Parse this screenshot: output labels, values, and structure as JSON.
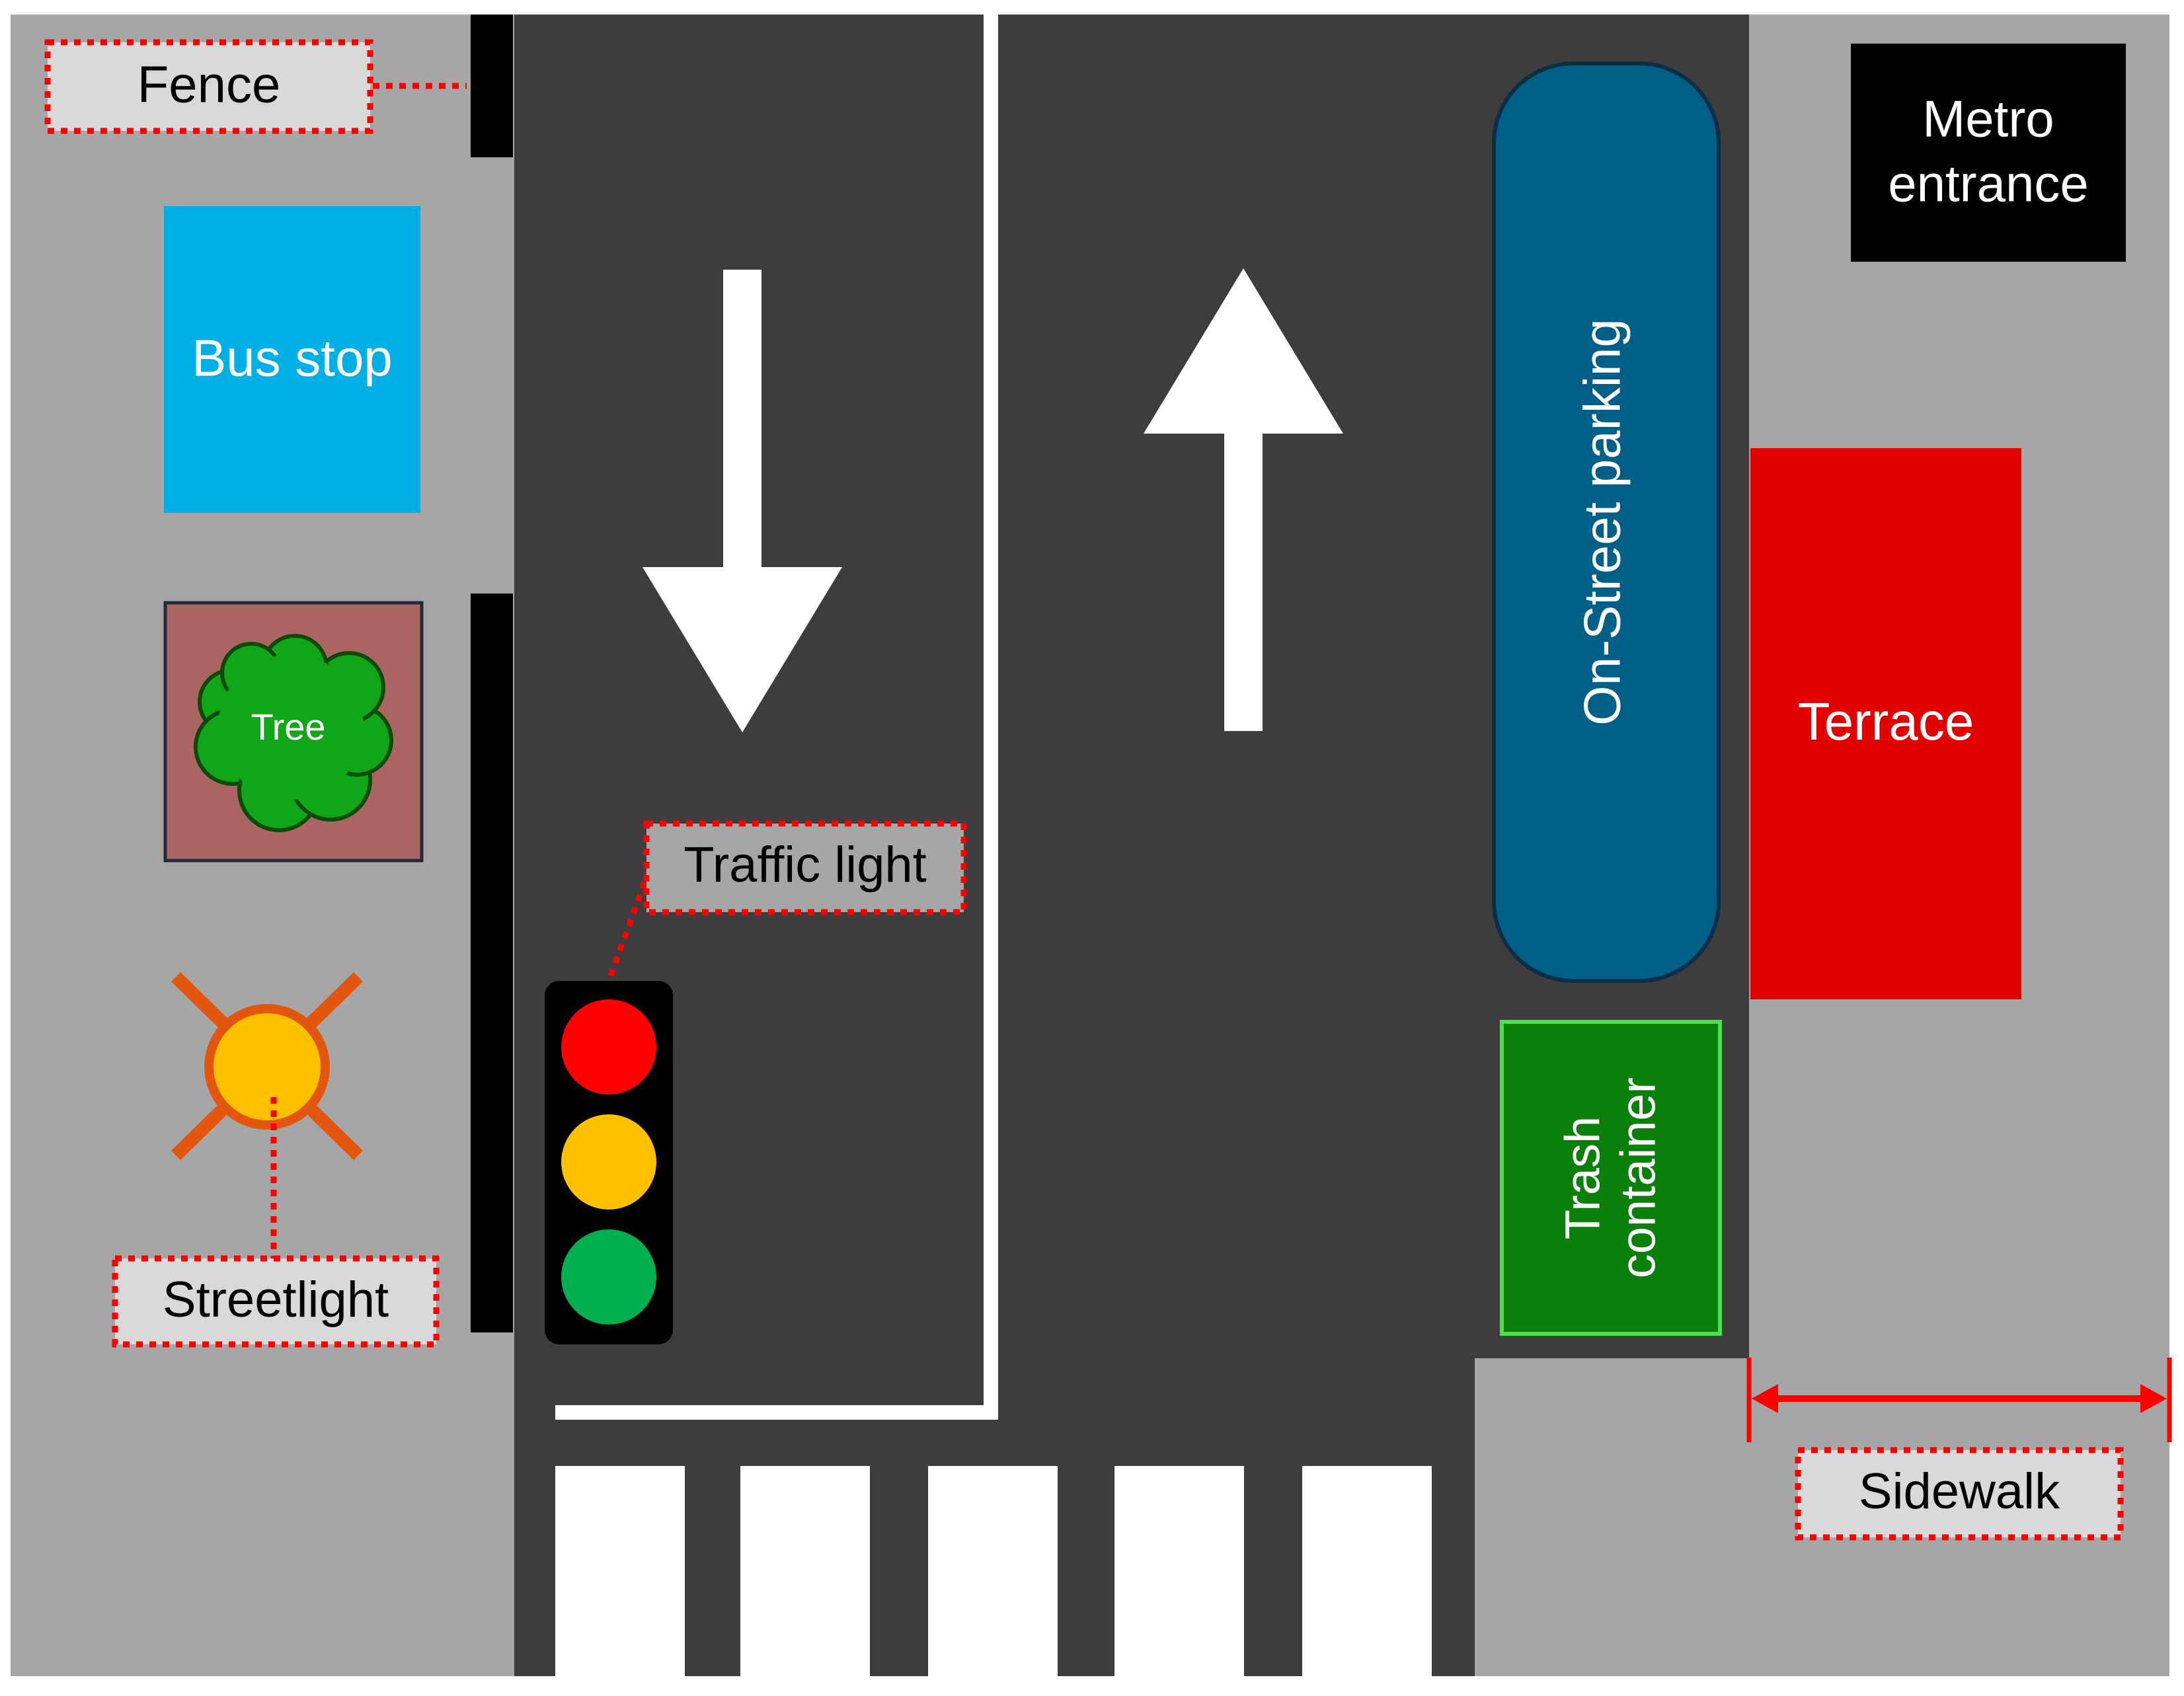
{
  "labels": {
    "fence": "Fence",
    "bus_stop": "Bus stop",
    "tree": "Tree",
    "streetlight": "Streetlight",
    "traffic_light": "Traffic light",
    "on_street_parking": "On-Street parking",
    "metro_entrance_line1": "Metro",
    "metro_entrance_line2": "entrance",
    "terrace": "Terrace",
    "trash_container_line1": "Trash",
    "trash_container_line2": "container",
    "sidewalk": "Sidewalk"
  },
  "colors": {
    "sidewalk": "#a6a6a6",
    "road": "#3d3d3d",
    "lane_marking": "#ffffff",
    "fence": "#000000",
    "bus_stop": "#00b0e4",
    "tree_pit": "#aa6462",
    "tree_crown": "#11a617",
    "streetlight_bulb": "#ffc000",
    "streetlight_rays": "#e3560d",
    "traffic_light_red": "#fe0000",
    "traffic_light_amber": "#ffc000",
    "traffic_light_green": "#00b050",
    "parking": "#005f87",
    "metro_entrance": "#000000",
    "terrace": "#e00000",
    "trash_container": "#0a7f0a",
    "callout_border": "#ff0000",
    "callout_fill": "#d9d9d9"
  },
  "icons": [
    "down-arrow",
    "up-arrow",
    "streetlight-icon",
    "tree-icon",
    "traffic-light-icon",
    "dimension-arrow"
  ]
}
